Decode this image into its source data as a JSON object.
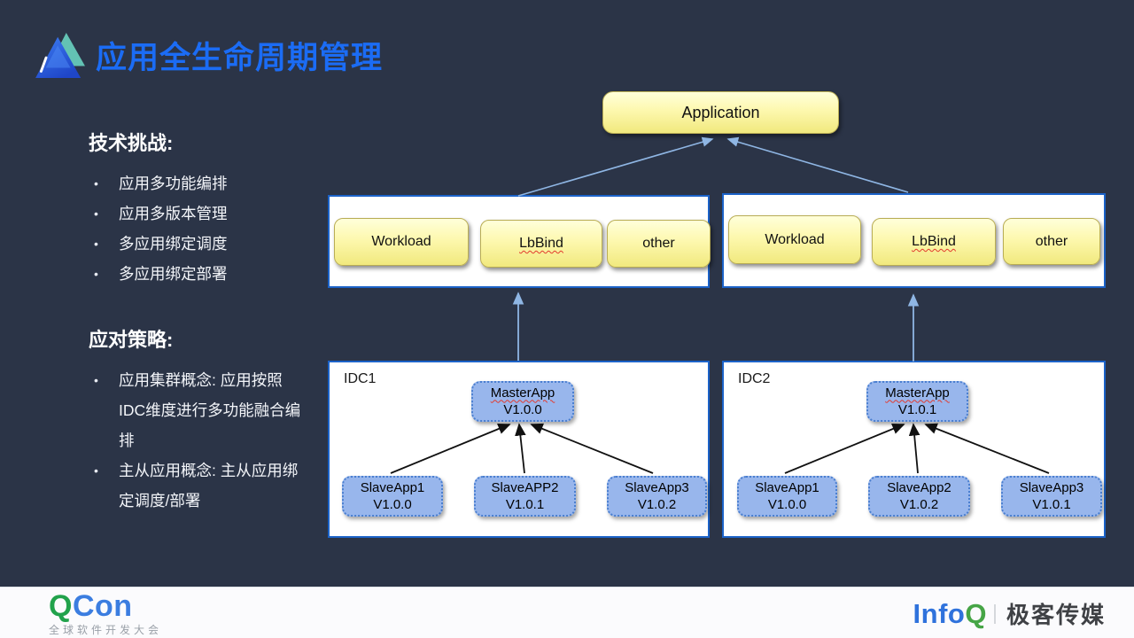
{
  "slide": {
    "title": "应用全生命周期管理",
    "sections": [
      {
        "heading": "技术挑战:",
        "bullets": [
          "应用多功能编排",
          "应用多版本管理",
          "多应用绑定调度",
          "多应用绑定部署"
        ]
      },
      {
        "heading": "应对策略:",
        "bullets": [
          "应用集群概念: 应用按照IDC维度进行多功能融合编排",
          "主从应用概念: 主从应用绑定调度/部署"
        ]
      }
    ]
  },
  "diagram": {
    "application_label": "Application",
    "clusters": [
      {
        "components": [
          "Workload",
          "LbBind",
          "other"
        ]
      },
      {
        "components": [
          "Workload",
          "LbBind",
          "other"
        ]
      }
    ],
    "idcs": [
      {
        "label": "IDC1",
        "master": {
          "name": "MasterApp",
          "version": "V1.0.0"
        },
        "slaves": [
          {
            "name": "SlaveApp1",
            "version": "V1.0.0"
          },
          {
            "name": "SlaveAPP2",
            "version": "V1.0.1"
          },
          {
            "name": "SlaveApp3",
            "version": "V1.0.2"
          }
        ]
      },
      {
        "label": "IDC2",
        "master": {
          "name": "MasterApp",
          "version": "V1.0.1"
        },
        "slaves": [
          {
            "name": "SlaveApp1",
            "version": "V1.0.0"
          },
          {
            "name": "SlaveApp2",
            "version": "V1.0.2"
          },
          {
            "name": "SlaveApp3",
            "version": "V1.0.1"
          }
        ]
      }
    ]
  },
  "footer": {
    "qcon": {
      "q": "Q",
      "con": "Con",
      "tagline": "全球软件开发大会"
    },
    "infoq": {
      "info": "Info",
      "q": "Q",
      "brand": "极客传媒"
    }
  },
  "colors": {
    "background": "#2b3447",
    "title_blue": "#1b6cf5",
    "container_border_blue": "#1b62c8",
    "node_fill_yellow": "#f7f0a0",
    "node_fill_blue": "#98b6ec",
    "arrow_light_blue": "#8fb6e4",
    "arrow_black": "#111111",
    "qcon_green": "#21a24b",
    "qcon_blue": "#3b7de0",
    "infoq_blue": "#2f72dc",
    "infoq_green": "#46a546"
  }
}
